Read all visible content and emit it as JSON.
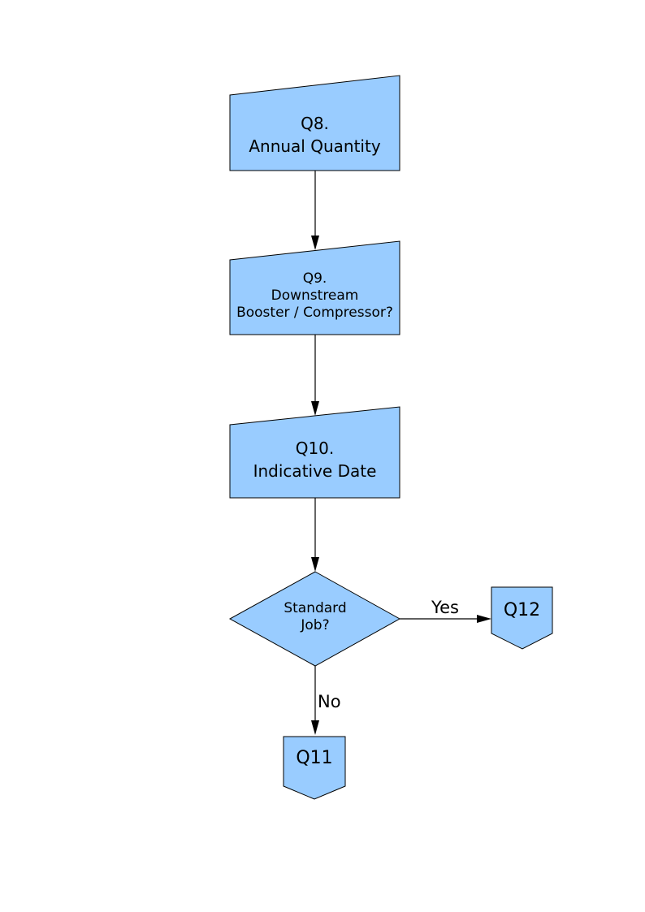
{
  "palette": {
    "page_background": "#ffffff",
    "node_fill": "#99CCFF",
    "node_stroke": "#000000",
    "arrow_color": "#000000",
    "text_color": "#000000"
  },
  "flowchart": {
    "nodes": {
      "q8": {
        "shape": "manual-input",
        "lines": [
          "Q8.",
          "Annual Quantity"
        ]
      },
      "q9": {
        "shape": "manual-input",
        "lines": [
          "Q9.",
          "Downstream",
          "Booster / Compressor?"
        ]
      },
      "q10": {
        "shape": "manual-input",
        "lines": [
          "Q10.",
          "Indicative Date"
        ]
      },
      "decision": {
        "shape": "decision-diamond",
        "lines": [
          "Standard",
          "Job?"
        ]
      },
      "q11": {
        "shape": "off-page-connector",
        "label": "Q11"
      },
      "q12": {
        "shape": "off-page-connector",
        "label": "Q12"
      }
    },
    "edge_labels": {
      "yes": "Yes",
      "no": "No"
    }
  }
}
